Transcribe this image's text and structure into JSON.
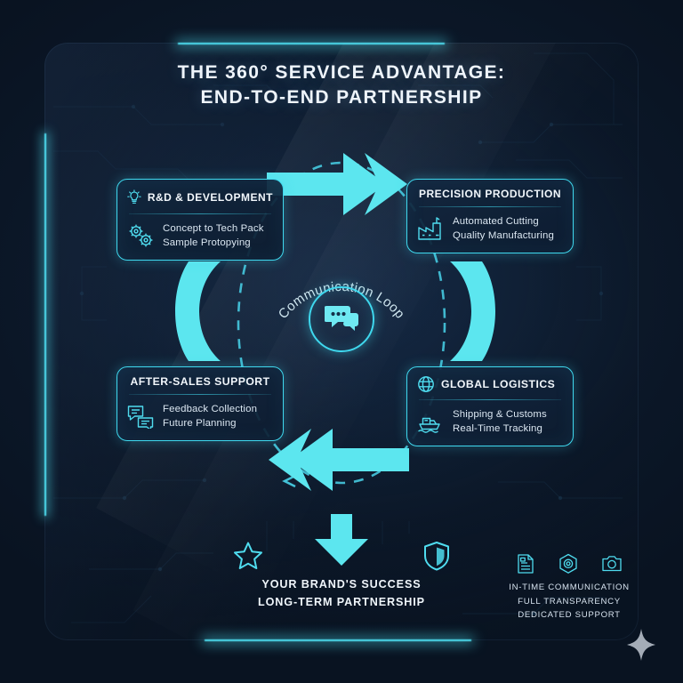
{
  "header": {
    "title_line1": "THE 360° SERVICE ADVANTAGE:",
    "title_line2": "END-TO-END PARTNERSHIP"
  },
  "cards": [
    {
      "key": "rd",
      "title": "R&D & DEVELOPMENT",
      "head_icon": "lightbulb-icon",
      "body_icon": "gears-icon",
      "line1": "Concept to Tech Pack",
      "line2": "Sample Protopying"
    },
    {
      "key": "pp",
      "title": "PRECISION PRODUCTION",
      "head_icon": "none",
      "body_icon": "factory-icon",
      "line1": "Automated Cutting",
      "line2": "Quality Manufacturing"
    },
    {
      "key": "as",
      "title": "AFTER-SALES SUPPORT",
      "head_icon": "none",
      "body_icon": "chat-bubbles-icon",
      "line1": "Feedback Collection",
      "line2": "Future Planning"
    },
    {
      "key": "gl",
      "title": "GLOBAL LOGISTICS",
      "head_icon": "globe-icon",
      "body_icon": "ship-icon",
      "line1": "Shipping & Customs",
      "line2": "Real-Time Tracking"
    }
  ],
  "center": {
    "loop_label": "Communication Loop",
    "hub_icon": "chat-bubbles-icon"
  },
  "outcome": {
    "icons": [
      "star-icon",
      "down-arrow-icon",
      "shield-icon"
    ],
    "line1": "YOUR BRAND'S SUCCESS",
    "line2": "LONG-TERM PARTNERSHIP"
  },
  "footer": {
    "icons": [
      "document-icon",
      "target-hex-icon",
      "camera-icon"
    ],
    "line1": "IN-TIME COMMUNICATION",
    "line2": "FULL TRANSPARENCY",
    "line3": "DEDICATED SUPPORT"
  },
  "decor": {
    "sparkle_icon": "sparkle-icon"
  },
  "colors": {
    "accent": "#3fd8ee",
    "arrow": "#5ce6ef",
    "background": "#0a1422",
    "panel": "#13243d",
    "text_primary": "#f0f6fb",
    "text_secondary": "#dbe7f2"
  }
}
